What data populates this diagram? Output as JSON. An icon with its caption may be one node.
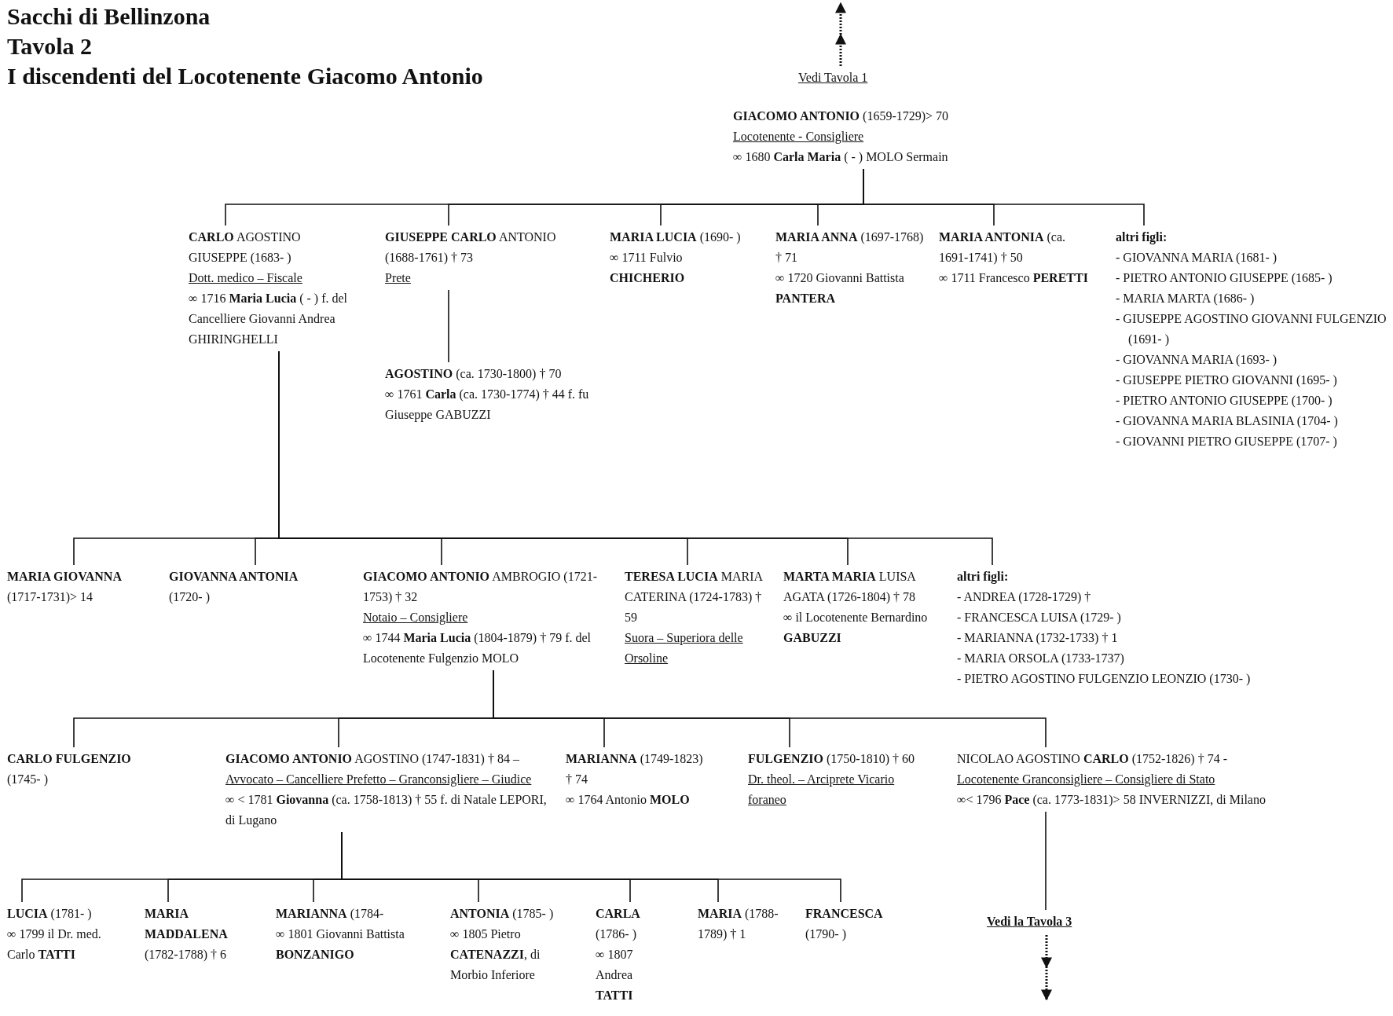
{
  "diagram": {
    "title": "Sacchi di Bellinzona",
    "labels": [
      "Tavola 2",
      "I discendenti del Locotenente Giacomo Antonio"
    ],
    "nodes": [
      {
        "text": [
          "Vedi Tavola 1"
        ]
      },
      {
        "text": [
          "**GIACOMO ANTONIO** (1659-1729)> 70",
          "Locotenente - Consigliere",
          "∞ 1680 **Carla Maria** ( - ) MOLO Sermain"
        ]
      },
      {
        "text": [
          "**CARLO** AGOSTINO GIUSEPPE (1683- )",
          "Dott. medico – Fiscale",
          "∞ 1716 **Maria Lucia** ( - ) f. del Cancelliere Giovanni Andrea GHIRINGHELLI"
        ]
      },
      {
        "text": [
          "**GIUSEPPE CARLO** ANTONIO (1688-1761) † 73",
          "Prete"
        ]
      },
      {
        "text": [
          "**AGOSTINO** (ca. 1730-1800) † 70",
          "∞ 1761 **Carla** (ca. 1730-1774) † 44 f. fu Giuseppe GABUZZI"
        ]
      },
      {
        "text": [
          "**MARIA LUCIA** (1690- )",
          "∞ 1711 Fulvio **CHICHERIO**"
        ]
      },
      {
        "text": [
          "**MARIA ANNA** (1697-1768) † 71",
          "∞ 1720 Giovanni Battista **PANTERA**"
        ]
      },
      {
        "text": [
          "**MARIA ANTONIA** (ca. 1691-1741) † 50",
          "∞ 1711 Francesco **PERETTI**"
        ]
      },
      {
        "text": [
          "altri figli:",
          "- GIOVANNA MARIA (1681- )",
          "- PIETRO ANTONIO GIUSEPPE (1685- )",
          "- MARIA MARTA (1686- )",
          "- GIUSEPPE AGOSTINO GIOVANNI FULGENZIO (1691- )",
          "- GIOVANNA MARIA (1693- )",
          "- GIUSEPPE PIETRO GIOVANNI (1695- )",
          "- PIETRO ANTONIO GIUSEPPE (1700- )",
          "- GIOVANNA MARIA BLASINIA (1704- )",
          "- GIOVANNI PIETRO GIUSEPPE (1707- )"
        ]
      },
      {
        "text": [
          "**MARIA GIOVANNA** (1717-1731)> 14"
        ]
      },
      {
        "text": [
          "**GIOVANNA ANTONIA** (1720- )"
        ]
      },
      {
        "text": [
          "**GIACOMO ANTONIO** AMBROGIO (1721-1753) † 32",
          "Notaio – Consigliere",
          "∞ 1744 **Maria Lucia** (1804-1879) † 79 f. del Locotenente Fulgenzio MOLO"
        ]
      },
      {
        "text": [
          "**TERESA LUCIA** MARIA CATERINA (1724-1783) † 59",
          "Suora – Superiora delle Orsoline"
        ]
      },
      {
        "text": [
          "**MARTA MARIA** LUISA AGATA (1726-1804) † 78",
          "∞ il Locotenente Bernardino **GABUZZI**"
        ]
      },
      {
        "text": [
          "altri figli:",
          "- ANDREA (1728-1729) †",
          "- FRANCESCA LUISA (1729- )",
          "- MARIANNA (1732-1733) † 1",
          "- MARIA ORSOLA (1733-1737)",
          "- PIETRO AGOSTINO FULGENZIO LEONZIO (1730- )"
        ]
      },
      {
        "text": [
          "**CARLO FULGENZIO** (1745- )"
        ]
      },
      {
        "text": [
          "**GIACOMO ANTONIO** AGOSTINO (1747-1831) † 84 –",
          "Avvocato – Cancelliere Prefetto – Granconsigliere – Giudice",
          "∞ < 1781 **Giovanna** (ca. 1758-1813) † 55 f. di Natale LEPORI, di Lugano"
        ]
      },
      {
        "text": [
          "**MARIANNA** (1749-1823) † 74",
          "∞ 1764 Antonio **MOLO**"
        ]
      },
      {
        "text": [
          "**FULGENZIO** (1750-1810) † 60",
          "Dr. theol. – Arciprete Vicario foraneo"
        ]
      },
      {
        "text": [
          "NICOLAO AGOSTINO **CARLO** (1752-1826) † 74 -",
          "Locotenente Granconsigliere – Consigliere di Stato",
          "∞< 1796 **Pace** (ca. 1773-1831)> 58 INVERNIZZI, di Milano"
        ]
      },
      {
        "text": [
          "Vedi la Tavola 3"
        ]
      },
      {
        "text": [
          "**LUCIA** (1781- )",
          "∞ 1799 il Dr. med. Carlo **TATTI**"
        ]
      },
      {
        "text": [
          "**MARIA MADDALENA** (1782-1788) † 6"
        ]
      },
      {
        "text": [
          "**MARIANNA** (1784-",
          "∞ 1801 Giovanni Battista **BONZANIGO**"
        ]
      },
      {
        "text": [
          "**ANTONIA** (1785- )",
          "∞ 1805 Pietro **CATENAZZI**, di Morbio Inferiore"
        ]
      },
      {
        "text": [
          "**CARLA** (1786- )",
          "∞ 1807 Andrea **TATTI**"
        ]
      },
      {
        "text": [
          "**MARIA** (1788-1789) † 1"
        ]
      },
      {
        "text": [
          "**FRANCESCA** (1790- )"
        ]
      }
    ],
    "edges": [
      {
        "from": 0,
        "to": null,
        "arrow": "to",
        "style": "dashed"
      },
      {
        "from": 1,
        "to": 2,
        "arrow": "none"
      },
      {
        "from": 1,
        "to": 3,
        "arrow": "none"
      },
      {
        "from": 1,
        "to": 5,
        "arrow": "none"
      },
      {
        "from": 1,
        "to": 6,
        "arrow": "none"
      },
      {
        "from": 1,
        "to": 7,
        "arrow": "none"
      },
      {
        "from": 1,
        "to": 8,
        "arrow": "none"
      },
      {
        "from": 3,
        "to": 4,
        "arrow": "none"
      },
      {
        "from": 2,
        "to": 9,
        "arrow": "none"
      },
      {
        "from": 2,
        "to": 10,
        "arrow": "none"
      },
      {
        "from": 2,
        "to": 11,
        "arrow": "none"
      },
      {
        "from": 2,
        "to": 12,
        "arrow": "none"
      },
      {
        "from": 2,
        "to": 13,
        "arrow": "none"
      },
      {
        "from": 2,
        "to": 14,
        "arrow": "none"
      },
      {
        "from": 11,
        "to": 15,
        "arrow": "none"
      },
      {
        "from": 11,
        "to": 16,
        "arrow": "none"
      },
      {
        "from": 11,
        "to": 17,
        "arrow": "none"
      },
      {
        "from": 11,
        "to": 18,
        "arrow": "none"
      },
      {
        "from": 11,
        "to": 19,
        "arrow": "none"
      },
      {
        "from": 19,
        "to": 20,
        "arrow": "none"
      },
      {
        "from": 16,
        "to": 21,
        "arrow": "none"
      },
      {
        "from": 16,
        "to": 22,
        "arrow": "none"
      },
      {
        "from": 16,
        "to": 23,
        "arrow": "none"
      },
      {
        "from": 16,
        "to": 24,
        "arrow": "none"
      },
      {
        "from": 16,
        "to": 25,
        "arrow": "none"
      },
      {
        "from": 16,
        "to": 26,
        "arrow": "none"
      },
      {
        "from": 16,
        "to": 27,
        "arrow": "none"
      },
      {
        "from": 20,
        "to": null,
        "arrow": "to",
        "style": "dashed"
      }
    ]
  }
}
